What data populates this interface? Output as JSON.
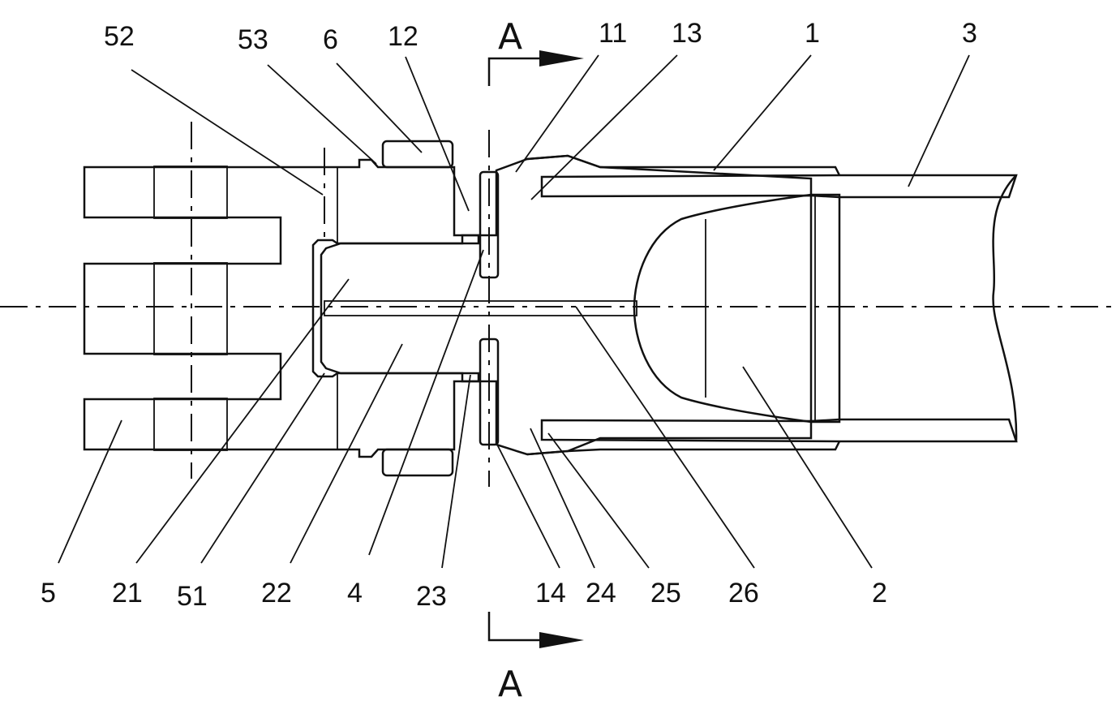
{
  "section_marks": {
    "top": "A",
    "bottom": "A"
  },
  "labels": {
    "l52": "52",
    "l53": "53",
    "l6": "6",
    "l12": "12",
    "l11": "11",
    "l13": "13",
    "l1": "1",
    "l3": "3",
    "l5": "5",
    "l21": "21",
    "l51": "51",
    "l22": "22",
    "l4": "4",
    "l23": "23",
    "l14": "14",
    "l24": "24",
    "l25": "25",
    "l26": "26",
    "l2": "2"
  }
}
